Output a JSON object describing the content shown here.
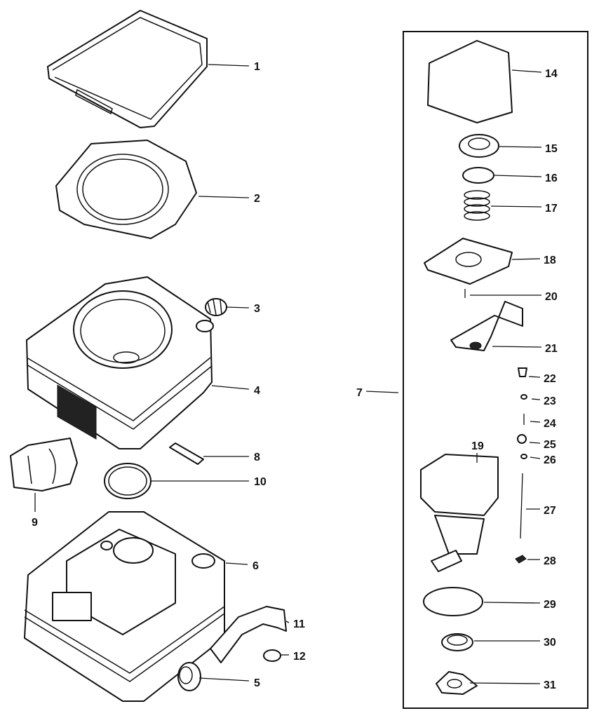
{
  "diagram": {
    "type": "exploded-parts-diagram",
    "callouts": {
      "p1": "1",
      "p2": "2",
      "p3": "3",
      "p4": "4",
      "p5": "5",
      "p6": "6",
      "p7": "7",
      "p8": "8",
      "p9": "9",
      "p10": "10",
      "p11": "11",
      "p12": "12",
      "p14": "14",
      "p15": "15",
      "p16": "16",
      "p17": "17",
      "p18": "18",
      "p19": "19",
      "p20": "20",
      "p21": "21",
      "p22": "22",
      "p23": "23",
      "p24": "24",
      "p25": "25",
      "p26": "26",
      "p27": "27",
      "p28": "28",
      "p29": "29",
      "p30": "30",
      "p31": "31"
    },
    "colors": {
      "line": "#111111",
      "background": "#ffffff"
    }
  }
}
